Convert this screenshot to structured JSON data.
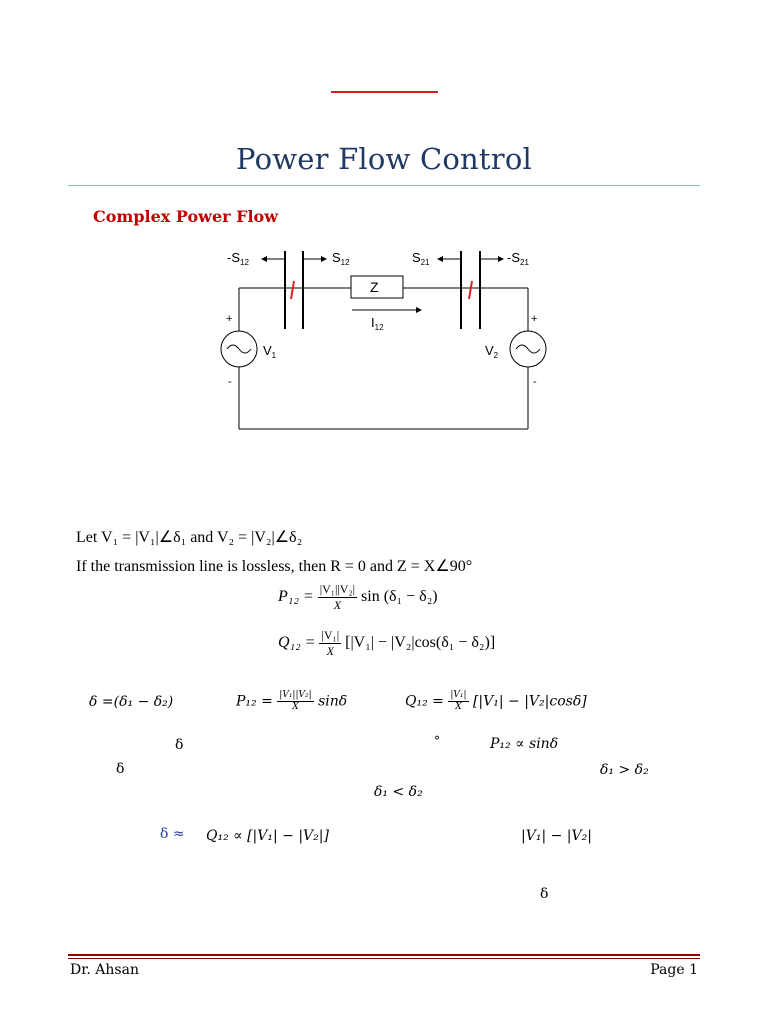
{
  "document": {
    "title": "Power Flow Control",
    "section_heading": "Complex Power Flow"
  },
  "circuit": {
    "labels": {
      "neg_s12": "-S",
      "neg_s12_sub": "12",
      "s12": "S",
      "s12_sub": "12",
      "s21": "S",
      "s21_sub": "21",
      "neg_s21": "-S",
      "neg_s21_sub": "21",
      "z": "Z",
      "i12": "I",
      "i12_sub": "12",
      "v1": "V",
      "v1_sub": "1",
      "v2": "V",
      "v2_sub": "2",
      "plus": "+",
      "minus": "-"
    }
  },
  "equations": {
    "let_line": "Let V₁ = |V₁|∠δ₁   and   V₂ = |V₂|∠δ₂",
    "lossless_line": "If the transmission line is lossless, then  R = 0  and  Z = X∠90°",
    "p12_lhs": "P₁₂ =",
    "p12_num": "|V₁||V₂|",
    "p12_den": "X",
    "p12_rhs": "sin (δ₁ − δ₂)",
    "q12_lhs": "Q₁₂ =",
    "q12_num": "|V₁|",
    "q12_den": "X",
    "q12_rhs": "[|V₁| − |V₂|cos(δ₁ − δ₂)]",
    "delta_def": "δ =(δ₁ − δ₂)",
    "p12_short_lhs": "P₁₂ =",
    "p12_short_num": "|V₁||V₂|",
    "p12_short_den": "X",
    "p12_short_rhs": "sinδ",
    "q12_short_lhs": "Q₁₂ =",
    "q12_short_num": "|V₁|",
    "q12_short_den": "X",
    "q12_short_rhs": "[|V₁| − |V₂|cosδ]"
  },
  "fragments": {
    "f1": "δ",
    "f2": "°",
    "f3": "P₁₂ ∝ sinδ",
    "f4": "δ",
    "f5": "δ₁ > δ₂",
    "f6": "δ₁ < δ₂",
    "f7": "δ ≈",
    "f8": "Q₁₂ ∝ [|V₁| − |V₂|]",
    "f9": "|V₁| − |V₂|",
    "f10": "δ"
  },
  "footer": {
    "author": "Dr. Ahsan",
    "page": "Page 1"
  }
}
